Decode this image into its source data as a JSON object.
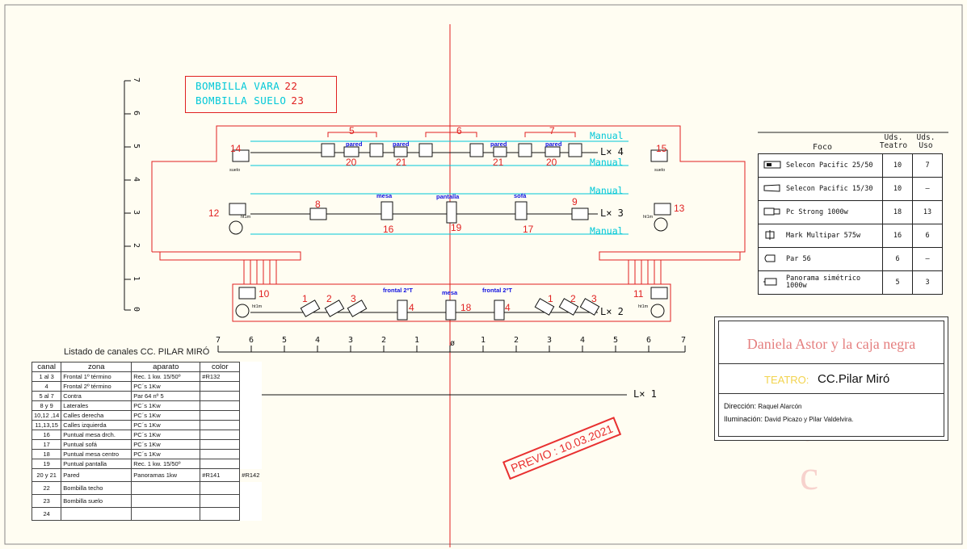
{
  "bulbs": {
    "vara": {
      "label": "BOMBILLA VARA",
      "num": "22"
    },
    "suelo": {
      "label": "BOMBILLA SUELO",
      "num": "23"
    }
  },
  "bars": {
    "lx4": "L× 4",
    "lx3": "L× 3",
    "lx2": "L× 2",
    "lx1": "L× 1",
    "manual": "Manual"
  },
  "plan_labels": {
    "pared": "pared",
    "mesa": "mesa",
    "pantalla": "pantalla",
    "sofa": "sofá",
    "frontal": "frontal 2ºT",
    "suelo": "suelo",
    "ht1m": "ht1m"
  },
  "plan_numbers": [
    "5",
    "6",
    "7",
    "20",
    "21",
    "21",
    "20",
    "14",
    "15",
    "8",
    "16",
    "19",
    "17",
    "9",
    "12",
    "13",
    "10",
    "11",
    "1",
    "2",
    "3",
    "4",
    "18",
    "4",
    "1",
    "2",
    "3"
  ],
  "vertical_scale": [
    "7",
    "6",
    "5",
    "4",
    "3",
    "2",
    "1",
    "0"
  ],
  "horizontal_scale": [
    "7",
    "6",
    "5",
    "4",
    "3",
    "2",
    "1",
    "ø",
    "1",
    "2",
    "3",
    "4",
    "5",
    "6",
    "7"
  ],
  "channels": {
    "title": "Listado de canales CC. PILAR MIRÓ",
    "headers": [
      "canal",
      "zona",
      "aparato",
      "color"
    ],
    "rows": [
      [
        "1 al 3",
        "Frontal 1º término",
        "Rec. 1 kw. 15/50º",
        "#R132",
        ""
      ],
      [
        "4",
        "Frontal 2º término",
        "PC´s 1Kw",
        "",
        ""
      ],
      [
        "5 al 7",
        "Contra",
        "Par 64 nº 5",
        "",
        ""
      ],
      [
        "8 y 9",
        "Laterales",
        "PC´s 1Kw",
        "",
        ""
      ],
      [
        "10,12 ,14",
        "Calles derecha",
        "PC´s 1Kw",
        "",
        ""
      ],
      [
        "11,13,15",
        "Calles izquierda",
        "PC´s 1Kw",
        "",
        ""
      ],
      [
        "16",
        "Puntual mesa drch.",
        "PC´s 1Kw",
        "",
        ""
      ],
      [
        "17",
        "Puntual sofá",
        "PC´s 1Kw",
        "",
        ""
      ],
      [
        "18",
        "Puntual mesa centro",
        "PC´s 1Kw",
        "",
        ""
      ],
      [
        "19",
        "Puntual pantalla",
        "Rec. 1 kw. 15/50º",
        "",
        ""
      ],
      [
        "20 y 21",
        "Pared",
        "Panoramas 1kw",
        "#R141",
        "#R142"
      ],
      [
        "22",
        "Bombilla techo",
        "",
        "",
        ""
      ],
      [
        "23",
        "Bombilla suelo",
        "",
        "",
        ""
      ],
      [
        "24",
        "",
        "",
        "",
        ""
      ]
    ]
  },
  "legend": {
    "col_foco": "Foco",
    "col_teatro": "Uds. Teatro",
    "col_uso": "Uds. Uso",
    "rows": [
      {
        "icon": "profile-spot-icon",
        "name": "Selecon Pacific 25/50",
        "teatro": "10",
        "uso": "7"
      },
      {
        "icon": "profile-spot-narrow-icon",
        "name": "Selecon Pacific 15/30",
        "teatro": "10",
        "uso": "–"
      },
      {
        "icon": "pc-fresnel-icon",
        "name": "Pc Strong 1000w",
        "teatro": "18",
        "uso": "13"
      },
      {
        "icon": "multipar-icon",
        "name": "Mark Multipar 575w",
        "teatro": "16",
        "uso": "6"
      },
      {
        "icon": "par-can-icon",
        "name": "Par 56",
        "teatro": "6",
        "uso": "–"
      },
      {
        "icon": "panorama-icon",
        "name": "Panorama simétrico 1000w",
        "teatro": "5",
        "uso": "3"
      }
    ]
  },
  "title_block": {
    "show": "Daniela Astor y la caja negra",
    "theatre_label": "TEATRO:",
    "theatre_name": "CC.Pilar Miró",
    "direccion_label": "Dirección:",
    "direccion": "Raquel Alarcón",
    "iluminacion_label": "Iluminación:",
    "iluminacion": "David Picazo y Pilar Valdelvira."
  },
  "stamp": "PREVIO : 10.03.2021",
  "colors": {
    "red": "#e02020",
    "cyan": "#00c8d8",
    "blue": "#1010e0",
    "yellow": "#f2d34d"
  }
}
